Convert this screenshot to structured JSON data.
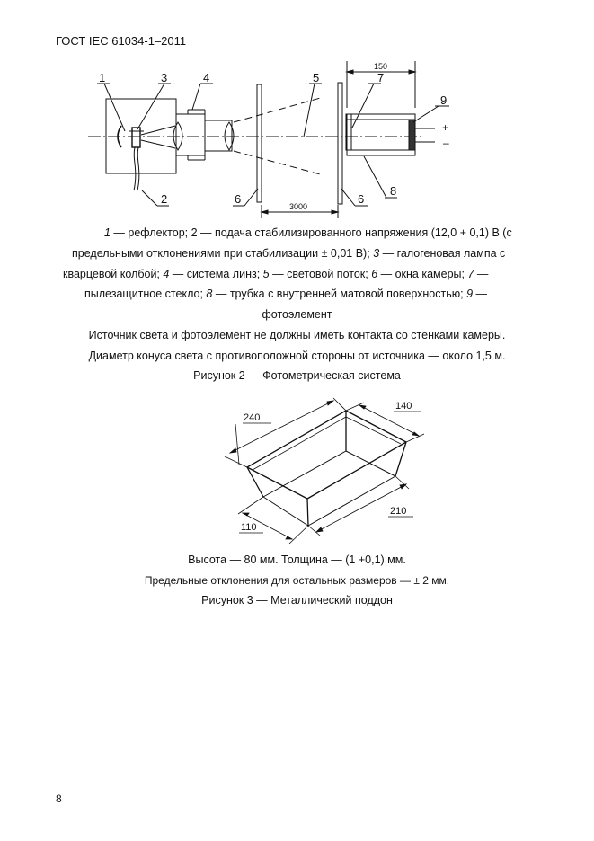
{
  "header": {
    "title": "ГОСТ IEC 61034-1–2011"
  },
  "page_number": "8",
  "figure2": {
    "labels": {
      "l1": "1",
      "l2": "2",
      "l3": "3",
      "l4": "4",
      "l5": "5",
      "l6a": "6",
      "l6b": "6",
      "l7": "7",
      "l8": "8",
      "l9": "9"
    },
    "dim_150": "150",
    "dim_3000": "3000",
    "plus": "+",
    "minus": "–",
    "legend": {
      "line1": {
        "n1": "1",
        "t1": " — рефлектор; 2 — подача стабилизированного напряжения (12,0 + 0,1) В (с"
      },
      "line2": "предельными отклонениями при стабилизации ± 0,01 В);",
      "line2_n3": "3",
      "line2_t3": " — галогеновая лампа с",
      "line3": {
        "t0": "кварцевой колбой; ",
        "n4": "4",
        "t4": " — система линз; ",
        "n5": "5",
        "t5": " — световой поток; ",
        "n6": "6",
        "t6": " — окна камеры; ",
        "n7": "7",
        "t7": " —"
      },
      "line4": {
        "t0": "пылезащитное стекло; ",
        "n8": "8",
        "t8": " — трубка с внутренней матовой поверхностью; ",
        "n9": "9",
        "t9": " —"
      },
      "line5": "фотоэлемент"
    },
    "note1": "Источник света и фотоэлемент не должны иметь контакта со стенками камеры.",
    "note2": "Диаметр конуса света с противоположной стороны от источника — около 1,5 м.",
    "caption": "Рисунок 2 — Фотометрическая система"
  },
  "figure3": {
    "dim_240": "240",
    "dim_140": "140",
    "dim_110": "110",
    "dim_210": "210",
    "note1": "Высота — 80 мм. Толщина — (1 +0,1) мм.",
    "note2": "Предельные отклонения для остальных размеров — ± 2 мм.",
    "caption": "Рисунок 3 — Металлический поддон"
  }
}
